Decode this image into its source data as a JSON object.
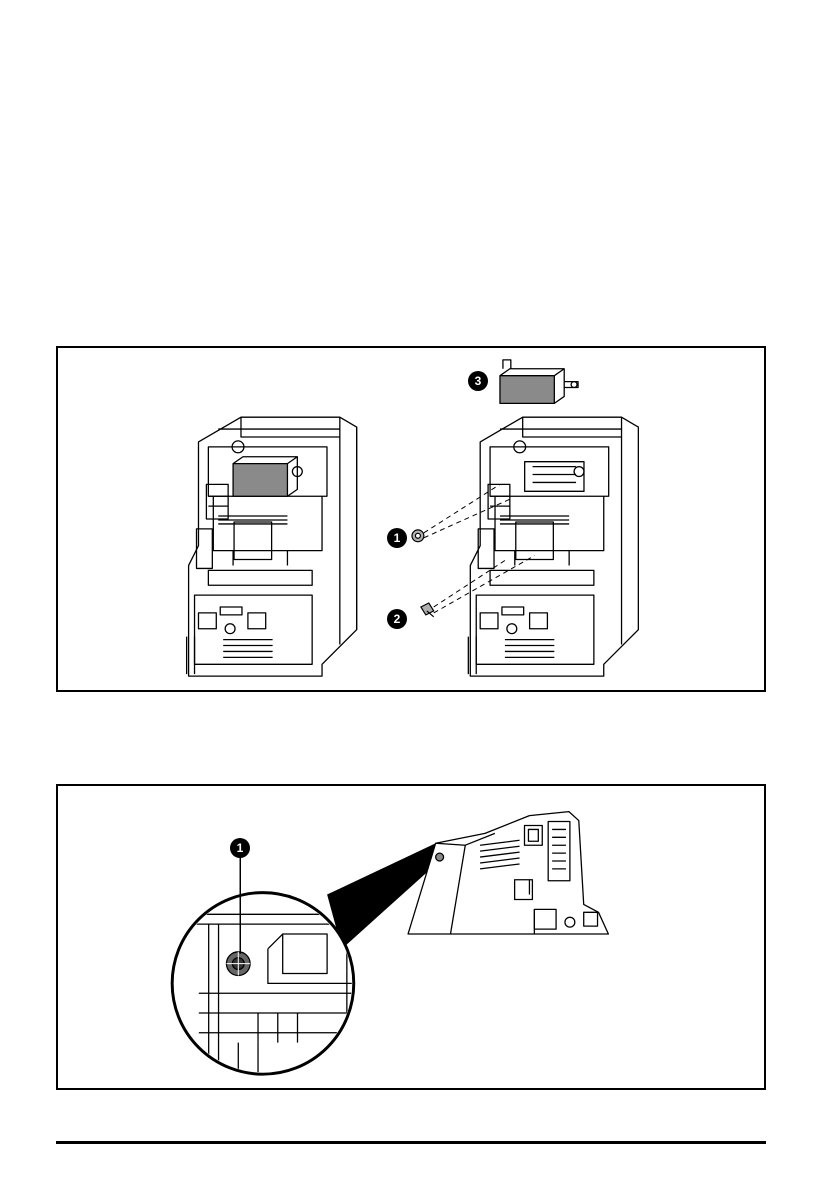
{
  "figure1": {
    "callouts": [
      "1",
      "2",
      "3"
    ]
  },
  "figure2": {
    "callouts": [
      "1"
    ]
  },
  "colors": {
    "line": "#000000",
    "module_grey": "#8a8a8a",
    "hardware_grey": "#b0b0b0"
  }
}
